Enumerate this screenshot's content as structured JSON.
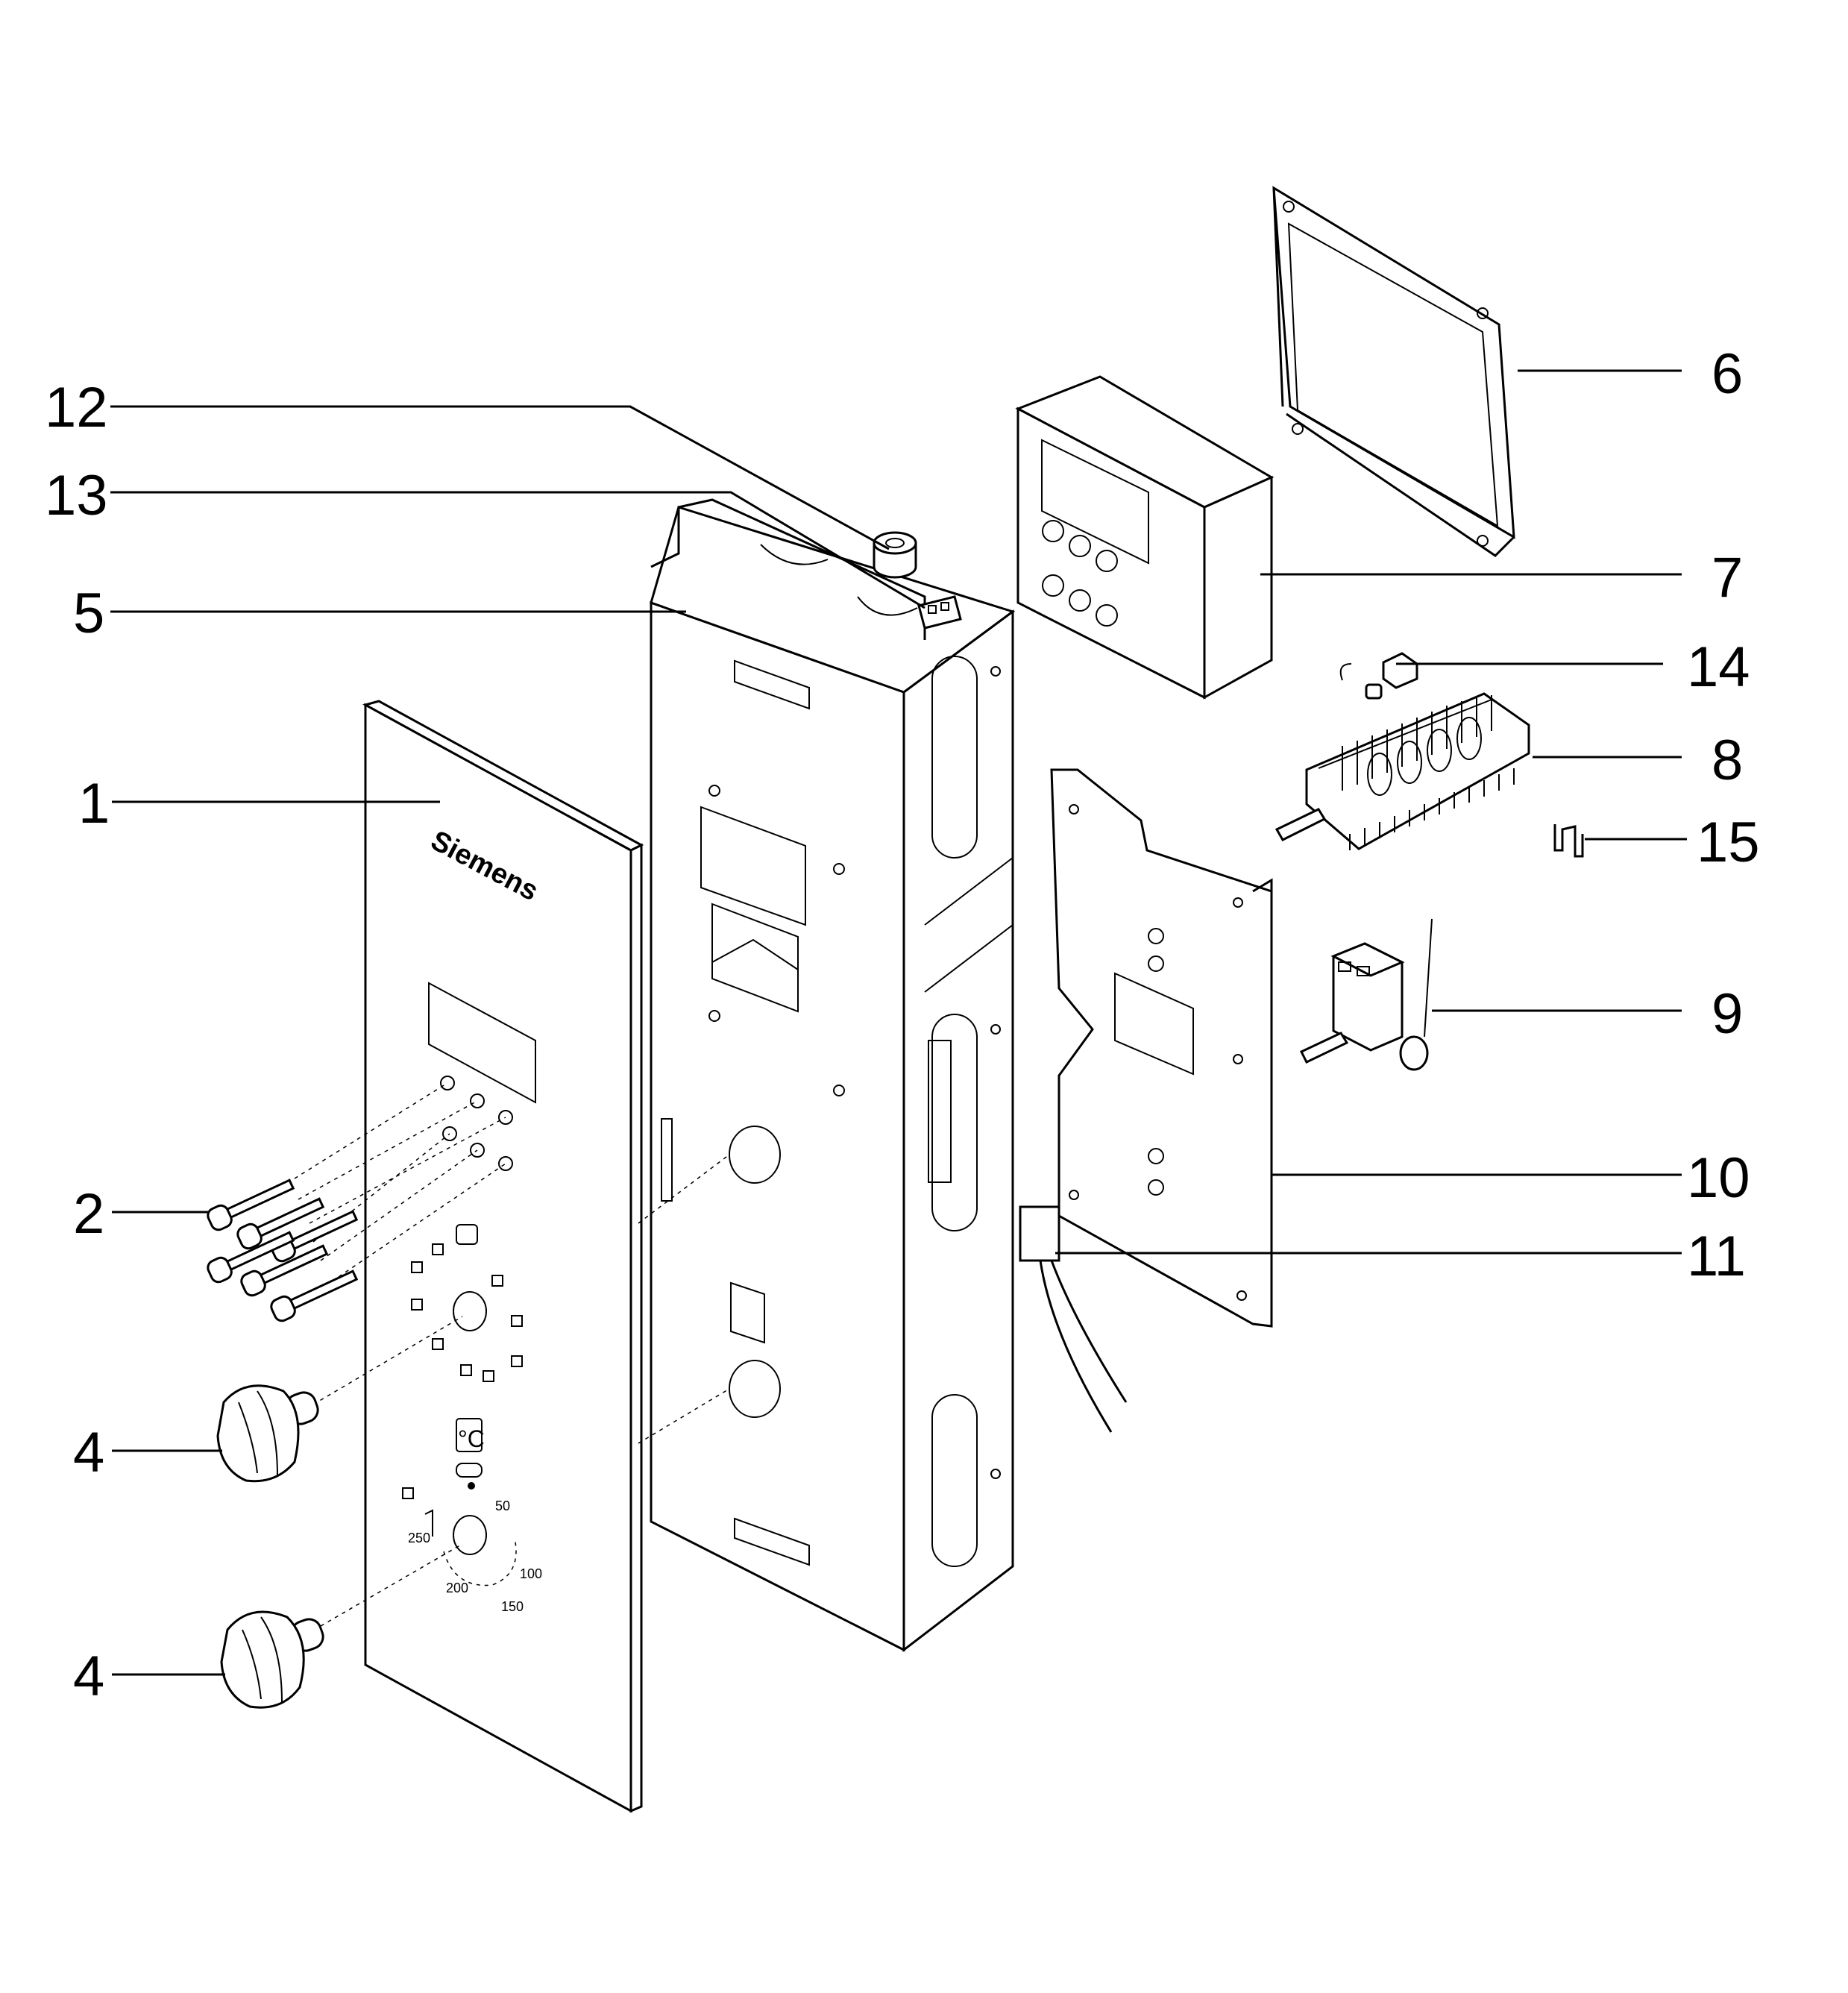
{
  "brand": "Siemens",
  "dial_labels": {
    "t250": "250",
    "t200": "200",
    "t150": "150",
    "t100": "100",
    "t50": "50"
  },
  "unit_label": "°C",
  "callouts": {
    "c1": "1",
    "c2": "2",
    "c4a": "4",
    "c4b": "4",
    "c5": "5",
    "c6": "6",
    "c7": "7",
    "c8": "8",
    "c9": "9",
    "c10": "10",
    "c11": "11",
    "c12": "12",
    "c13": "13",
    "c14": "14",
    "c15": "15"
  }
}
